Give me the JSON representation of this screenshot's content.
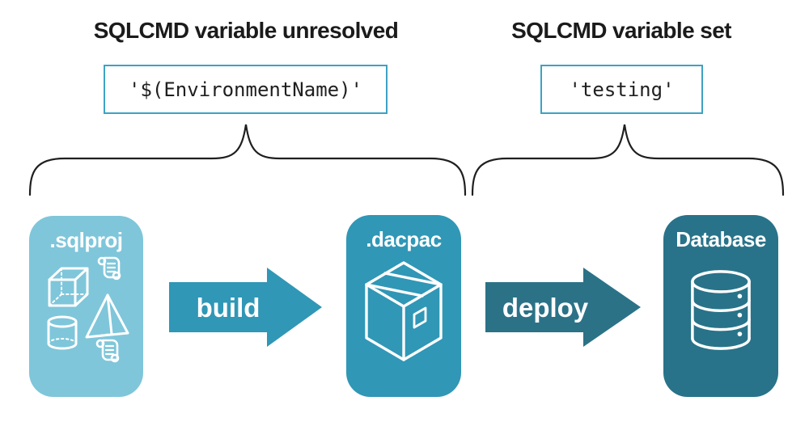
{
  "diagram": {
    "left_group": {
      "title": "SQLCMD variable unresolved",
      "code": "'$(EnvironmentName)'"
    },
    "right_group": {
      "title": "SQLCMD variable set",
      "code": "'testing'"
    },
    "stages": [
      {
        "id": "sqlproj",
        "label": ".sqlproj",
        "color": "#7fc6da",
        "icon": "sql-objects-icon"
      },
      {
        "id": "dacpac",
        "label": ".dacpac",
        "color": "#3097b6",
        "icon": "package-icon"
      },
      {
        "id": "database",
        "label": "Database",
        "color": "#287389",
        "icon": "database-icon"
      }
    ],
    "arrows": [
      {
        "label": "build",
        "color": "#3097b6"
      },
      {
        "label": "deploy",
        "color": "#2b7287"
      }
    ],
    "colors": {
      "background": "#ffffff",
      "title_text": "#1b1b1b",
      "code_text": "#1f1f1f",
      "code_border": "#3ea2c3",
      "brace": "#1f1f1f",
      "stage_text": "#ffffff",
      "icon_stroke": "#ffffff"
    }
  }
}
